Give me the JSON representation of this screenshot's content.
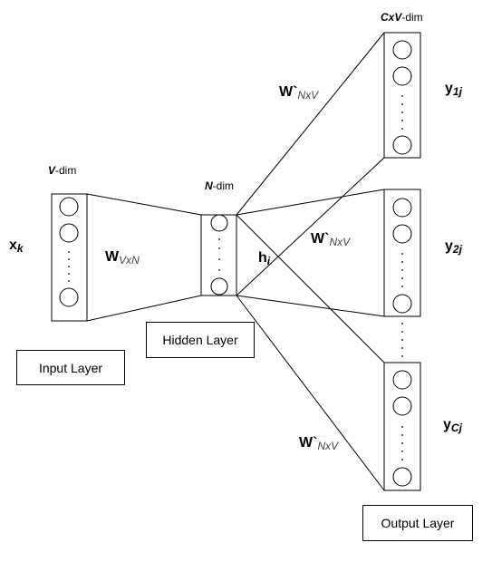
{
  "dims": {
    "v_var": "V",
    "n_var": "N",
    "c_var": "CxV",
    "suffix": "-dim"
  },
  "inputs": {
    "x_base": "x",
    "x_sub": "k"
  },
  "weights": {
    "w_base": "W",
    "w_sub": "VxN",
    "wp_base": "W`",
    "wp_sub": "NxV"
  },
  "hidden": {
    "h_base": "h",
    "h_sub": "i"
  },
  "outputs": {
    "y1_base": "y",
    "y1_sub": "1j",
    "y2_base": "y",
    "y2_sub": "2j",
    "yc_base": "y",
    "yc_sub": "Cj"
  },
  "layers": {
    "input": "Input Layer",
    "hidden": "Hidden Layer",
    "output": "Output Layer"
  }
}
